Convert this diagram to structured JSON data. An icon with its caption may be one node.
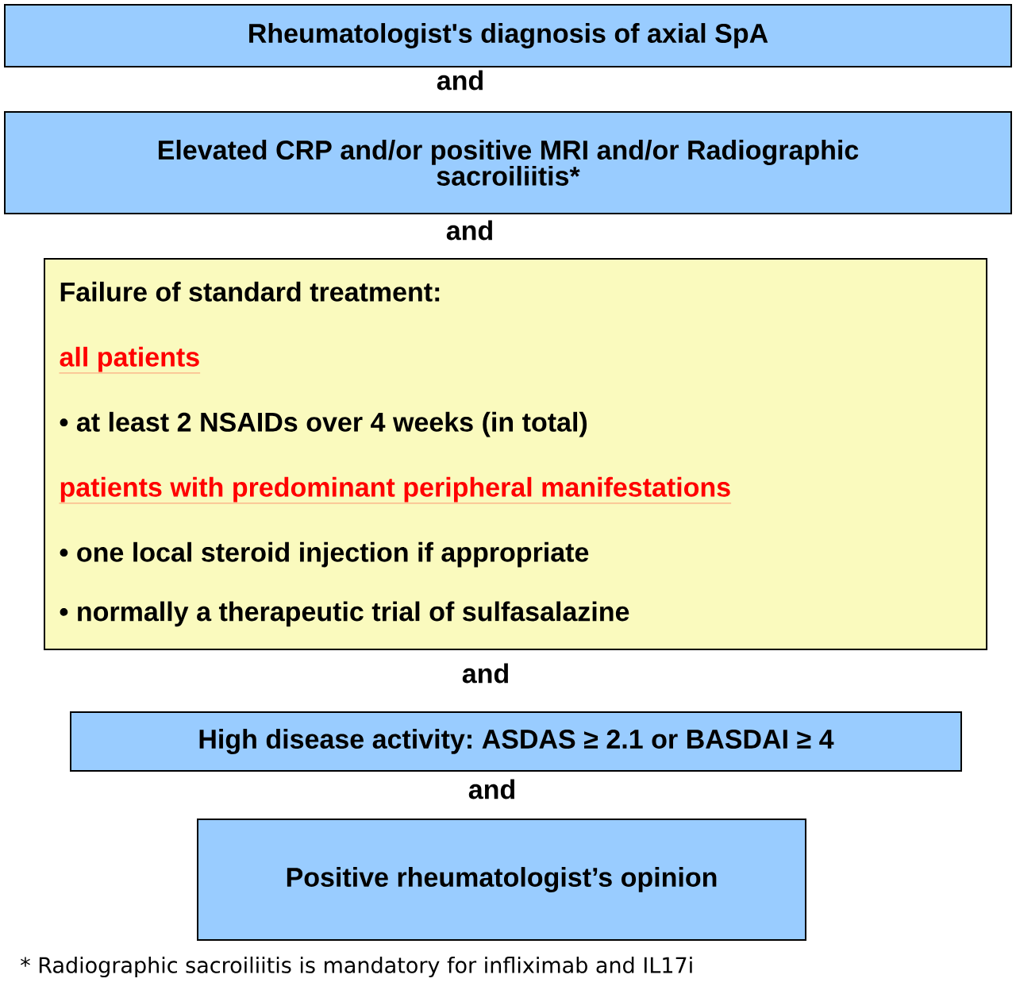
{
  "diagram": {
    "nodes": [
      {
        "text": [
          "Rheumatologist's diagnosis of axial SpA"
        ]
      },
      {
        "text": [
          "Elevated CRP and/or positive MRI and/or Radiographic sacroiliitis*"
        ]
      },
      {
        "text": [
          "Failure of standard treatment:",
          "all patients",
          "• at least 2 NSAIDs over 4 weeks (in total)",
          "patients with predominant peripheral manifestations",
          "• one local steroid injection if appropriate",
          "• normally a therapeutic trial of sulfasalazine"
        ]
      },
      {
        "text": [
          "High disease activity: ASDAS ≥ 2.1 or BASDAI ≥ 4"
        ]
      },
      {
        "text": [
          "Positive rheumatologist’s opinion"
        ]
      }
    ],
    "labels": [
      "and",
      "and",
      "and",
      "and",
      "* Radiographic sacroiliitis is mandatory for infliximab and IL17i"
    ]
  }
}
